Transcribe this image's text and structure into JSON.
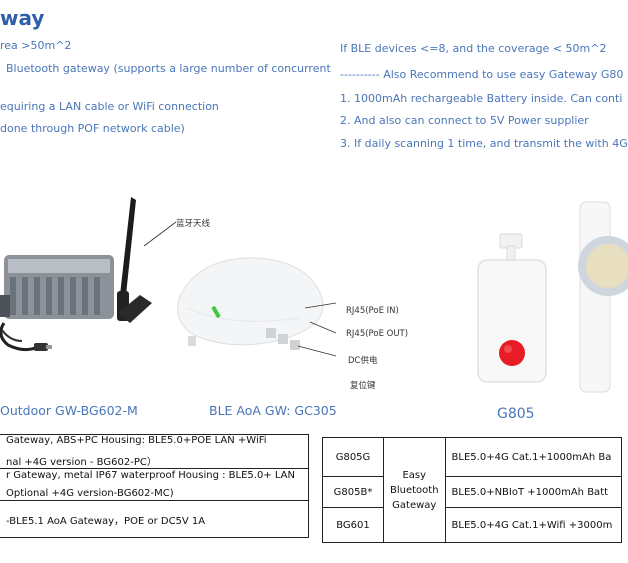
{
  "title": "way",
  "left_bullets": [
    "rea >50m^2",
    "Bluetooth gateway (supports a large number of concurrent",
    "equiring a LAN cable or WiFi connection",
    "done through POF network cable)"
  ],
  "right_bullets": [
    "If BLE devices <=8, and the coverage < 50m^2",
    "---------- Also Recommend to use easy Gateway G80",
    "1. 1000mAh rechargeable Battery inside. Can conti",
    "2.  And also can connect to 5V Power supplier",
    "3.  If daily scanning 1 time, and transmit the with 4G"
  ],
  "products": {
    "outdoor_caption": "Outdoor GW-BG602-M",
    "aoa_caption": "BLE AoA GW: GC305",
    "g805_caption": "G805"
  },
  "aoa_labels": {
    "antenna": "蓝牙天线",
    "rj45_in": "RJ45(PoE IN)",
    "rj45_out": "RJ45(PoE OUT)",
    "dc": "DC供电",
    "reset": "复位键"
  },
  "left_table": {
    "rows": [
      [
        "Gateway, ABS+PC Housing: BLE5.0+POE LAN +WiFi",
        "nal +4G version - BG602-PC）"
      ],
      [
        "r Gateway, metal IP67 waterproof Housing : BLE5.0+ LAN",
        "Optional +4G version-BG602-MC)"
      ],
      [
        "-BLE5.1 AoA Gateway，POE or DC5V 1A",
        ""
      ]
    ]
  },
  "right_table": {
    "group_label": "Easy Bluetooth Gateway",
    "rows": [
      {
        "model": "G805G",
        "spec": "BLE5.0+4G Cat.1+1000mAh Ba"
      },
      {
        "model": "G805B*",
        "spec": "BLE5.0+NBIoT +1000mAh Batt"
      },
      {
        "model": "BG601",
        "spec": "BLE5.0+4G Cat.1+Wifi +3000m"
      }
    ]
  },
  "colors": {
    "accent": "#4a76b8",
    "title": "#2f5fa8",
    "button_red": "#e81c24"
  }
}
